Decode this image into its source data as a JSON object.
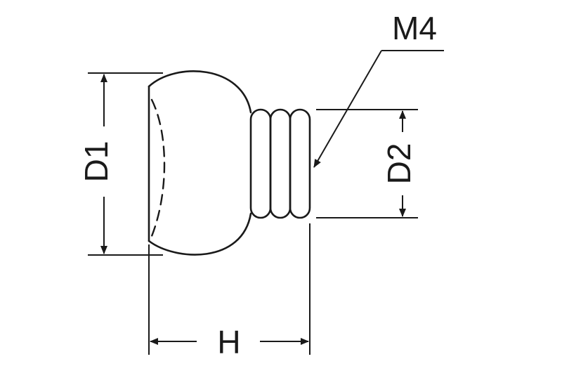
{
  "diagram": {
    "labels": {
      "d1": "D1",
      "d2": "D2",
      "h": "H",
      "thread": "M4"
    },
    "line_color": "#1a1a1a",
    "background": "#ffffff"
  }
}
